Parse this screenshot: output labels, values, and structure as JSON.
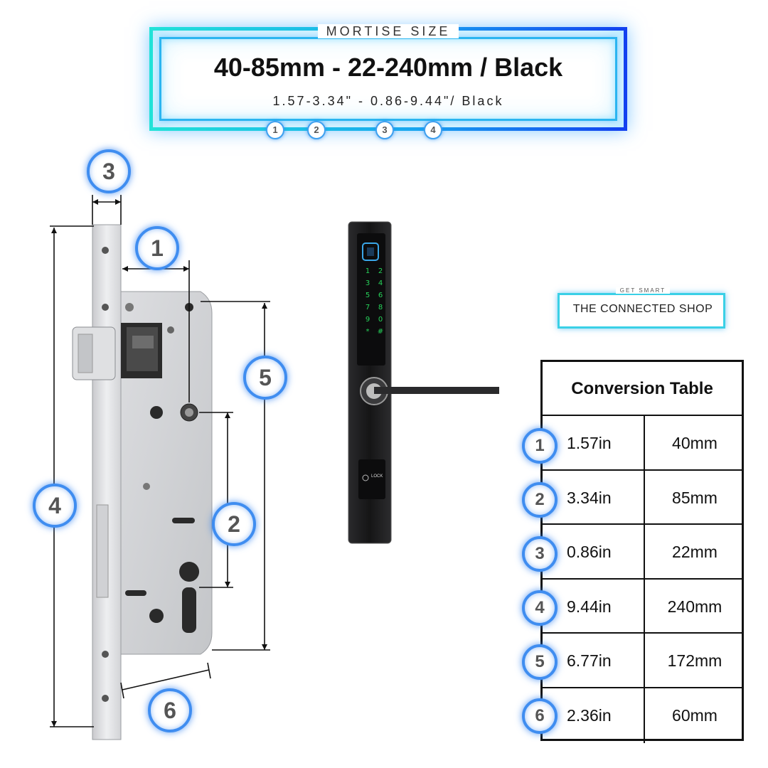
{
  "header": {
    "label": "MORTISE SIZE",
    "title": "40-85mm - 22-240mm / Black",
    "subtitle": "1.57-3.34\" - 0.86-9.44\"/ Black",
    "markers": [
      "1",
      "2",
      "3",
      "4"
    ]
  },
  "diagram": {
    "badges": [
      "1",
      "2",
      "3",
      "4",
      "5",
      "6"
    ]
  },
  "logo": {
    "tagline": "GET SMART",
    "name": "THE CONNECTED SHOP"
  },
  "lock": {
    "keypad": [
      "1",
      "2",
      "3",
      "4",
      "5",
      "6",
      "7",
      "8",
      "9",
      "0",
      "*",
      "#"
    ],
    "lock_label": "LOCK"
  },
  "table": {
    "title": "Conversion Table",
    "rows": [
      {
        "num": "1",
        "inches": "1.57in",
        "mm": "40mm"
      },
      {
        "num": "2",
        "inches": "3.34in",
        "mm": "85mm"
      },
      {
        "num": "3",
        "inches": "0.86in",
        "mm": "22mm"
      },
      {
        "num": "4",
        "inches": "9.44in",
        "mm": "240mm"
      },
      {
        "num": "5",
        "inches": "6.77in",
        "mm": "172mm"
      },
      {
        "num": "6",
        "inches": "2.36in",
        "mm": "60mm"
      }
    ]
  },
  "colors": {
    "glow_cyan": "#22e3d8",
    "glow_blue": "#1340f0",
    "badge_ring": "#3f8df0",
    "lock_body": "#1c1c1e",
    "keypad_green": "#27d35a"
  }
}
